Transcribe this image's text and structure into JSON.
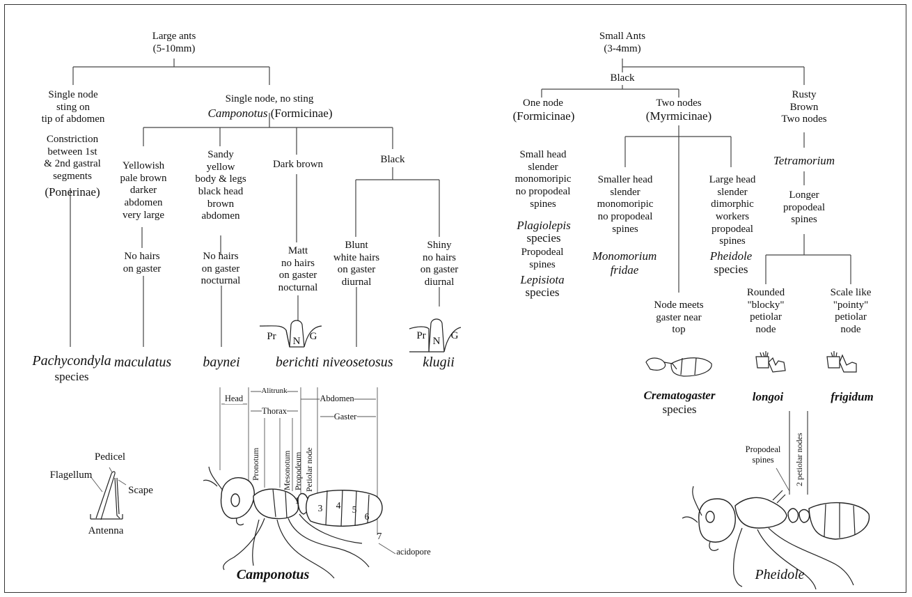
{
  "left": {
    "root": "Large ants\n(5-10mm)",
    "branch_sting": "Single node\nsting on\ntip of abdomen",
    "constriction": "Constriction\nbetween 1st\n& 2nd gastral\nsegments",
    "ponerinae": "(Ponerinae)",
    "branch_nosting": "Single node, no sting",
    "camponotus_genus": "Camponotus",
    "formicinae": "(Formicinae)",
    "yellowish": "Yellowish\npale brown\ndarker\nabdomen\nvery large",
    "sandy": "Sandy\nyellow\nbody & legs\nblack head\nbrown\nabdomen",
    "dark_brown": "Dark brown",
    "black": "Black",
    "no_hairs_gaster": "No hairs\non gaster",
    "no_hairs_nocturnal": "No hairs\non gaster\nnocturnal",
    "matt": "Matt\nno hairs\non gaster\nnocturnal",
    "blunt": "Blunt\nwhite hairs\non gaster\ndiurnal",
    "shiny": "Shiny\nno hairs\non gaster\ndiurnal",
    "node_labels": {
      "pr": "Pr",
      "n": "N",
      "g": "G"
    },
    "species": {
      "pachycondyla": "Pachycondyla",
      "pachycondyla_suffix": "species",
      "maculatus": "maculatus",
      "baynei": "baynei",
      "berichti": "berichti",
      "niveosetosus": "niveosetosus",
      "klugii": "klugii"
    },
    "anatomy": {
      "head": "Head",
      "alitrunk": "Alitrunk",
      "thorax": "Thorax",
      "abdomen": "Abdomen",
      "gaster": "Gaster",
      "pronotum": "Pronotum",
      "mesonotum": "Mesonotum",
      "propodeum": "Propodeum",
      "petiolar_node": "Petiolar node",
      "acidopore": "acidopore",
      "segments": [
        "1",
        "3",
        "4",
        "5",
        "6",
        "7"
      ]
    },
    "antenna": {
      "pedicel": "Pedicel",
      "flagellum": "Flagellum",
      "scape": "Scape",
      "antenna": "Antenna"
    },
    "caption": "Camponotus"
  },
  "right": {
    "root": "Small Ants\n(3-4mm)",
    "black": "Black",
    "one_node": "One node",
    "formicinae": "(Formicinae)",
    "two_nodes": "Two nodes",
    "myrmicinae": "(Myrmicinae)",
    "rusty": "Rusty\nBrown\nTwo nodes",
    "small_head": "Small head\nslender\nmonomoripic\nno propodeal\nspines",
    "plagiolepis": "Plagiolepis",
    "plagiolepis_suffix": "species",
    "propodeal_spines": "Propodeal\nspines",
    "lepisiota": "Lepisiota",
    "lepisiota_suffix": "species",
    "smaller_head": "Smaller head\nslender\nmonomoripic\nno propodeal\nspines",
    "monomorium": "Monomorium\nfridae",
    "large_head": "Large head\nslender\ndimorphic\nworkers\npropodeal\nspines",
    "pheidole": "Pheidole",
    "pheidole_suffix": "species",
    "node_meets": "Node meets\ngaster near\ntop",
    "crematogaster": "Crematogaster",
    "crematogaster_suffix": "species",
    "tetramorium": "Tetramorium",
    "longer_spines": "Longer\npropodeal\nspines",
    "rounded": "Rounded\n\"blocky\"\npetiolar\nnode",
    "scale_like": "Scale like\n\"pointy\"\npetiolar\nnode",
    "longoi": "longoi",
    "frigidum": "frigidum",
    "propodeal_label": "Propodeal\nspines",
    "petiolar_nodes": "2 petiolar nodes",
    "caption": "Pheidole"
  }
}
